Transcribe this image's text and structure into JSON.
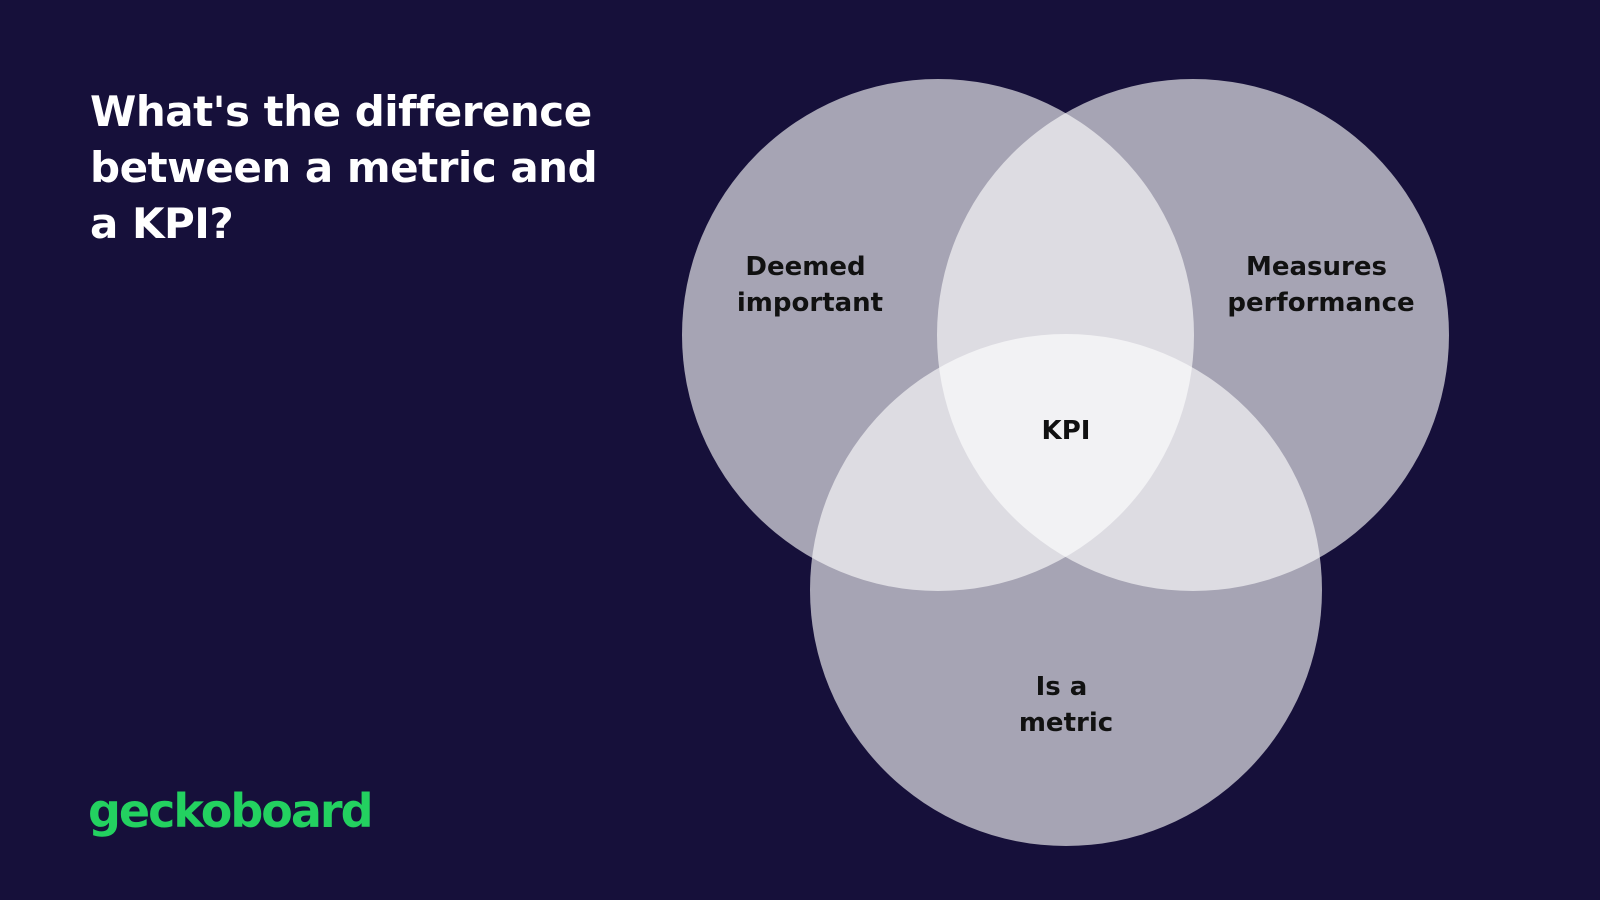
{
  "slide": {
    "background": "#16103a",
    "title_lines": [
      "What's the difference",
      "between a metric and",
      "a KPI?"
    ]
  },
  "diagram": {
    "circle_color": "#ffffff",
    "sets": [
      {
        "id": "important",
        "label_lines": [
          "Deemed",
          "important"
        ]
      },
      {
        "id": "performance",
        "label_lines": [
          "Measures",
          "performance"
        ]
      },
      {
        "id": "metric",
        "label_lines": [
          "Is a",
          "metric"
        ]
      }
    ],
    "intersection_label": "KPI"
  },
  "logo": {
    "text": "geckoboard",
    "color": "#23d160"
  }
}
